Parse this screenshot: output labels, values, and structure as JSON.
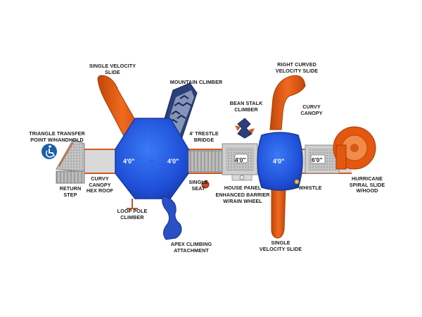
{
  "labels": {
    "single_velocity_slide_top": "SINGLE VELOCITY\nSLIDE",
    "mountain_climber": "MOUNTAIN CLIMBER",
    "right_curved_velocity_slide": "RIGHT CURVED\nVELOCITY SLIDE",
    "bean_stalk_climber": "BEAN STALK\nCLIMBER",
    "curvy_canopy": "CURVY\nCANOPY",
    "triangle_transfer_point": "TRIANGLE TRANSFER\nPOINT W/HANDHOLD",
    "trestle_bridge": "4' TRESTLE\nBRIDGE",
    "curvy_canopy_hex_roof": "CURVY\nCANOPY\nHEX ROOF",
    "return_step": "RETURN\nSTEP",
    "single_seat": "SINGLE\nSEAT",
    "house_panel": "HOUSE PANEL",
    "enhanced_barrier": "ENHANCED BARRIER\nW/RAIN WHEEL",
    "whistle": "WHISTLE",
    "hurricane_spiral_slide": "HURRICANE\nSPIRAL SLIDE\nW/HOOD",
    "loop_pole_climber": "LOOP POLE\nCLIMBER",
    "apex_climbing_attachment": "APEX CLIMBING\nATTACHMENT",
    "single_velocity_slide_bottom": "SINGLE\nVELOCITY SLIDE"
  },
  "dimensions": {
    "hex_left": "4'0\"",
    "hex_right": "4'0\"",
    "deck_middle": "4'0\"",
    "deck_right_blue": "4'0\"",
    "deck_far_right": "6'0\""
  },
  "colors": {
    "canopy_blue": "#1f4fd8",
    "slide_orange": "#e4570f",
    "deck_gray": "#b9b9b9",
    "frame_orange": "#d45a1a",
    "accessibility_blue": "#1b5fa8"
  },
  "icons": {
    "accessibility": "wheelchair-accessibility-icon"
  }
}
